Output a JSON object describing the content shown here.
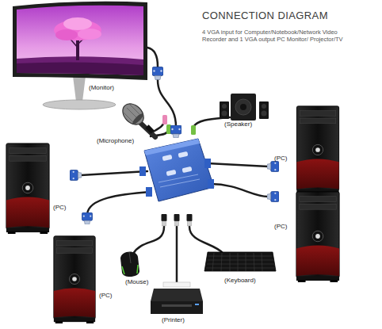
{
  "diagram": {
    "title": "CONNECTION DIAGRAM",
    "labels": [
      "4 VGA input for Computer/Notebook/Network Video Recorder and 1 VGA output PC Monitor/ Projector/TV",
      "(Monitor)",
      "(Speaker)",
      "(Microphone)",
      "(PC)",
      "(PC)",
      "(PC)",
      "(Mouse)",
      "(Keyboard)",
      "(PC)",
      "(Printer)"
    ]
  }
}
